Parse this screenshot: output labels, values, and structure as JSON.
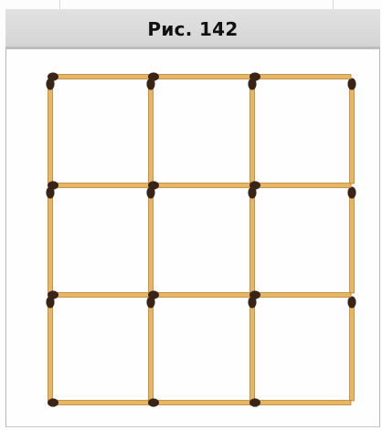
{
  "figure": {
    "title": "Рис. 142"
  },
  "puzzle": {
    "rows": 3,
    "columns": 3,
    "match_count": 24
  },
  "colors": {
    "match_body": "#e7b664",
    "match_edge": "#b9832f",
    "match_head": "#3a2418",
    "header_band": "#d8d8d8"
  }
}
